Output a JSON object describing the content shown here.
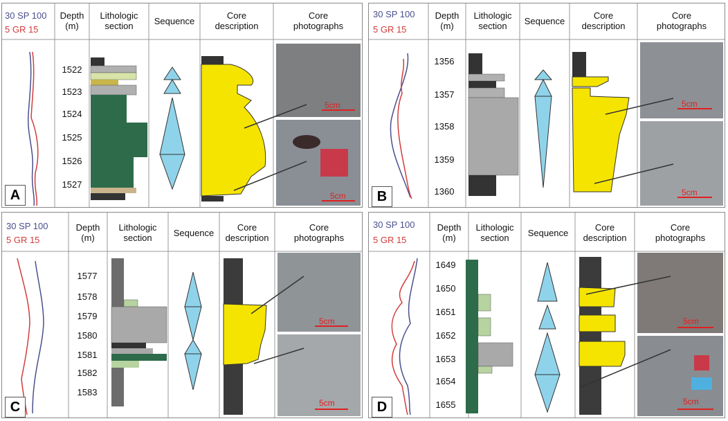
{
  "headers": {
    "depth": "Depth\n(m)",
    "litho": "Lithologic\nsection",
    "sequence": "Sequence",
    "core_desc": "Core\ndescription",
    "core_photo": "Core\nphotographs"
  },
  "log_legend": {
    "sp": "30  SP 100",
    "gr": "5    GR  15"
  },
  "scale_label": "5cm",
  "colors": {
    "sp_curve": "#4a4f8c",
    "gr_curve": "#d23b3b",
    "sequence": "#8fd3ea",
    "sandstone": "#f5e400",
    "mudstone": "#3b3b3b",
    "green_mud": "#2d6b4a",
    "gray_silt": "#a9a9a9"
  },
  "panels": [
    {
      "label": "A",
      "depths": [
        "1522",
        "1523",
        "1524",
        "1525",
        "1526",
        "1527"
      ]
    },
    {
      "label": "B",
      "depths": [
        "1356",
        "1357",
        "1358",
        "1359",
        "1360"
      ]
    },
    {
      "label": "C",
      "depths": [
        "1577",
        "1578",
        "1579",
        "1580",
        "1581",
        "1582",
        "1583"
      ]
    },
    {
      "label": "D",
      "depths": [
        "1649",
        "1650",
        "1651",
        "1652",
        "1653",
        "1654",
        "1655"
      ]
    }
  ]
}
